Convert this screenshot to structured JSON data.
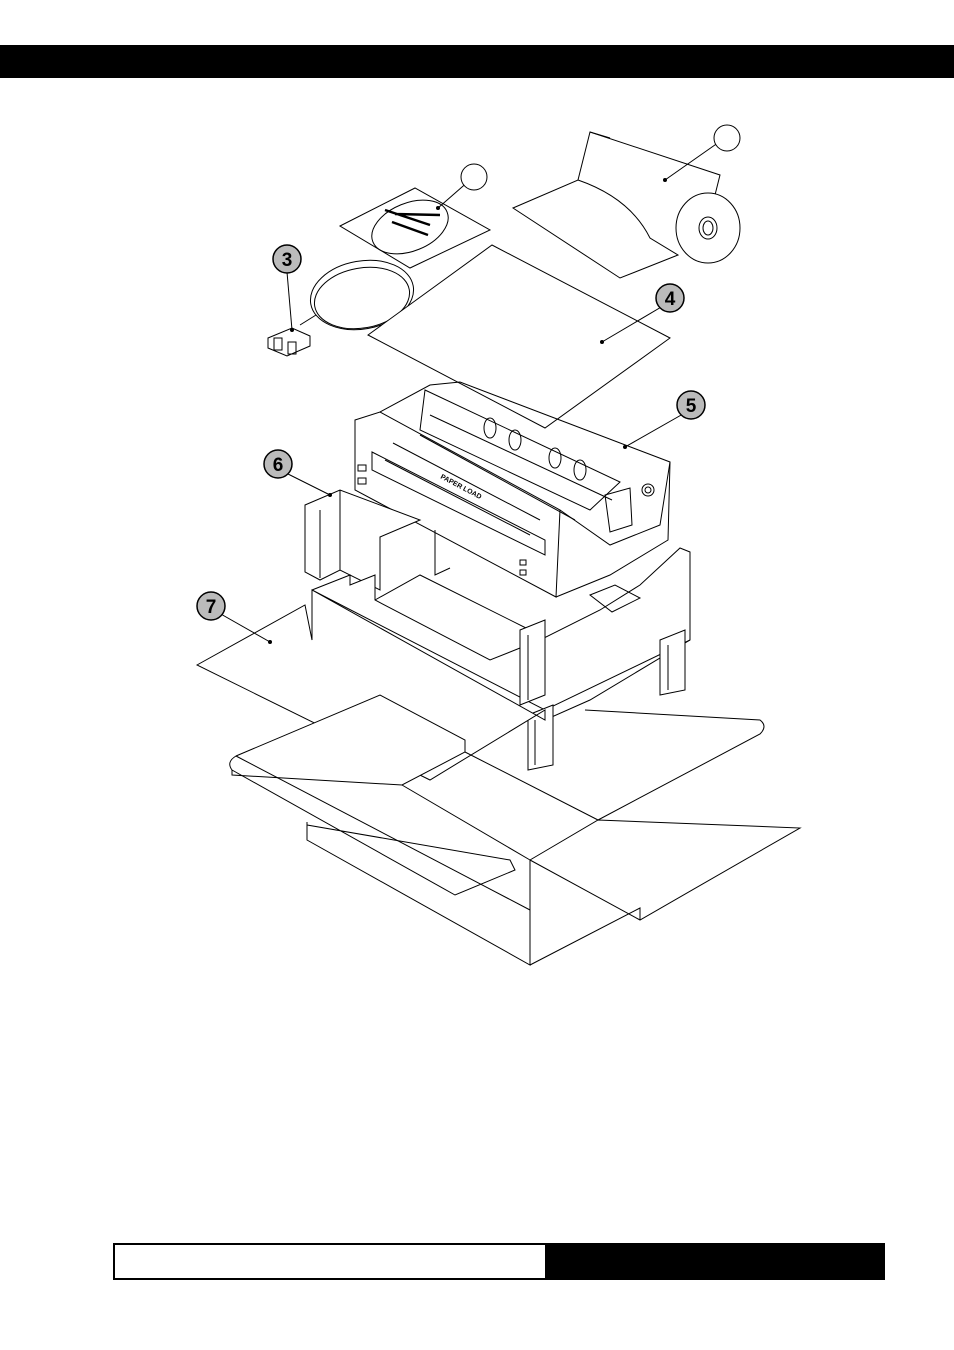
{
  "header": {
    "bar_color": "#000000"
  },
  "figure": {
    "callouts": [
      {
        "id": "1",
        "label": ""
      },
      {
        "id": "2",
        "label": ""
      },
      {
        "id": "3",
        "label": "3"
      },
      {
        "id": "4",
        "label": "4"
      },
      {
        "id": "5",
        "label": "5"
      },
      {
        "id": "6",
        "label": "6"
      },
      {
        "id": "7",
        "label": "7"
      }
    ],
    "printer_label": "PAPER LOAD"
  },
  "footer": {
    "left_fill": "#ffffff",
    "right_fill": "#000000"
  }
}
